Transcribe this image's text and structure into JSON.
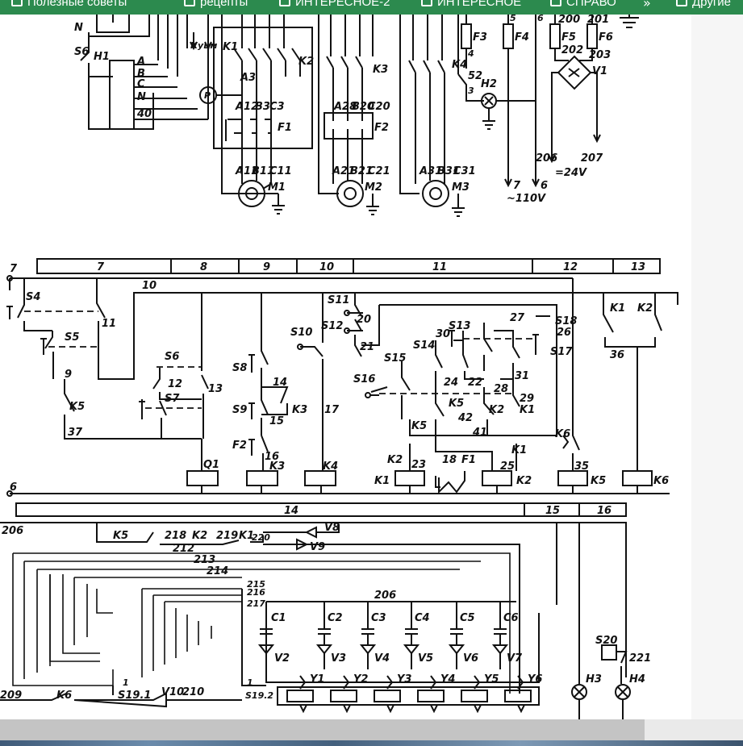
{
  "bookmarks": {
    "items": [
      {
        "label": "Полезные советы",
        "icon": "folder-icon"
      },
      {
        "label": "рецепты",
        "icon": "folder-icon"
      },
      {
        "label": "ИНТЕРЕСНОЕ-2",
        "icon": "folder-icon"
      },
      {
        "label": "ИНТЕРЕСНОЕ",
        "icon": "folder-icon"
      },
      {
        "label": "СПРАВО",
        "icon": "folder-icon"
      },
      {
        "label": "Другие",
        "icon": "folder-icon"
      }
    ],
    "more_glyph": "»"
  },
  "colors": {
    "bookmarks_bar": "#2c8a4e",
    "ink": "#111111",
    "scroll_thumb": "#c4c4c4"
  },
  "schematic": {
    "power": {
      "labels": [
        "N",
        "S6",
        "H1",
        "A",
        "B",
        "C",
        "N",
        "40",
        "Куцм",
        "K1",
        "K2",
        "A3",
        "P",
        "A12",
        "B3",
        "C3",
        "F1",
        "A11",
        "B11",
        "C11",
        "M1",
        "K3",
        "A28",
        "B20",
        "C20",
        "F2",
        "A21",
        "B21",
        "C21",
        "M2",
        "A31",
        "B31",
        "C31",
        "M3",
        "F3",
        "F4",
        "4",
        "K4",
        "52",
        "3",
        "H2",
        "5",
        "6",
        "200",
        "201",
        "F5",
        "F6",
        "202",
        "203",
        "V1",
        "7",
        "6",
        "206",
        "207",
        "~110V",
        "=24V"
      ]
    },
    "control": {
      "band_top": [
        "7",
        "8",
        "9",
        "10",
        "11",
        "12",
        "13"
      ],
      "band_mid": [
        "14",
        "15",
        "16"
      ],
      "labels": [
        "7",
        "S4",
        "11",
        "10",
        "S5",
        "9",
        "K5",
        "37",
        "S6",
        "12",
        "S7",
        "13",
        "Q1",
        "S8",
        "14",
        "S9",
        "15",
        "K3",
        "F2",
        "16",
        "K3",
        "S10",
        "17",
        "K4",
        "S11",
        "20",
        "S12",
        "21",
        "S15",
        "S16",
        "S14",
        "30",
        "S13",
        "27",
        "S18",
        "26",
        "S17",
        "24",
        "22",
        "31",
        "28",
        "29",
        "K1",
        "K5",
        "42",
        "K2",
        "41",
        "K5",
        "K2",
        "23",
        "18",
        "F1",
        "K1",
        "25",
        "K1",
        "K2",
        "K6",
        "35",
        "K5",
        "K6",
        "K1",
        "K2",
        "36",
        "6"
      ]
    },
    "valves": {
      "labels": [
        "206",
        "K5",
        "218",
        "K2",
        "219",
        "K1",
        "220",
        "V8",
        "212",
        "V9",
        "213",
        "214",
        "215",
        "216",
        "217",
        "206",
        "C1",
        "C2",
        "C3",
        "C4",
        "C5",
        "C6",
        "V2",
        "V3",
        "V4",
        "V5",
        "V6",
        "V7",
        "Y1",
        "Y2",
        "Y3",
        "Y4",
        "Y5",
        "Y6",
        "S20",
        "221",
        "H3",
        "H4",
        "209",
        "K6",
        "S19.1",
        "V10",
        "210",
        "S19.2",
        "1",
        "1"
      ]
    }
  }
}
